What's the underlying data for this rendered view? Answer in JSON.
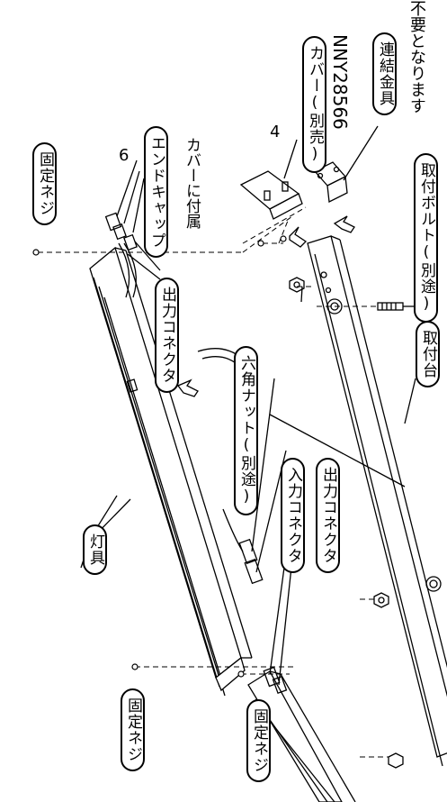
{
  "labels": {
    "kotei_neji_top": "固定ネジ",
    "end_cap": "エンドキャップ",
    "cover_accessory": "カバーに付属",
    "output_connector_top": "出力コネクタ",
    "cover_sold_separately": "カバー(別売)",
    "cover_model": "NNY28566",
    "connecting_bracket": "連結金具",
    "not_required": "不要となります",
    "mounting_bolt": "取付ボルト(別途)",
    "hex_nut": "六角ナット(別途)",
    "input_connector": "入力コネクタ",
    "output_connector_mid": "出力コネクタ",
    "mounting_base": "取付台",
    "fixture": "灯具",
    "kotei_neji_left": "固定ネジ",
    "kotei_neji_bottom": "固定ネジ"
  },
  "numbers": {
    "step_4": "4",
    "step_6": "6"
  }
}
